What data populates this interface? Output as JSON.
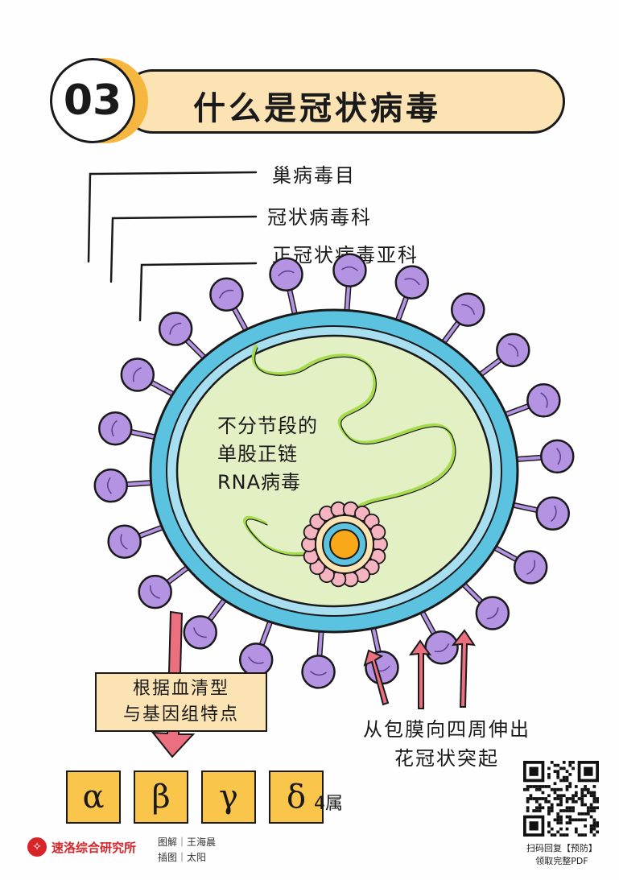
{
  "header": {
    "number": "03",
    "title": "什么是冠状病毒"
  },
  "taxonomy": [
    "巢病毒目",
    "冠状病毒科",
    "正冠状病毒亚科"
  ],
  "virus": {
    "genome_lines": [
      "不分节段的",
      "单股正链",
      "RNA病毒"
    ]
  },
  "classification": {
    "basis_lines": [
      "根据血清型",
      "与基因组特点"
    ],
    "genera": [
      "α",
      "β",
      "γ",
      "δ"
    ],
    "genera_count": "4属"
  },
  "spikes": {
    "lines": [
      "从包膜向四周伸出",
      "花冠状突起"
    ]
  },
  "footer": {
    "org": "速洛综合研究所",
    "credits": [
      "图解｜王海晨",
      "插图｜太阳"
    ],
    "qr_caption": [
      "扫码回复【预防】",
      "领取完整PDF"
    ]
  },
  "colors": {
    "title_fill": "#fbe3b4",
    "badge_accent": "#f5b740",
    "envelope": "#5bc3e0",
    "cytoplasm": "#e2f0c4",
    "rna": "#a6dc4a",
    "spike": "#b493e3",
    "arrow": "#ec6f7f",
    "genus_fill": "#f9c54a",
    "brand_red": "#d8252a"
  }
}
